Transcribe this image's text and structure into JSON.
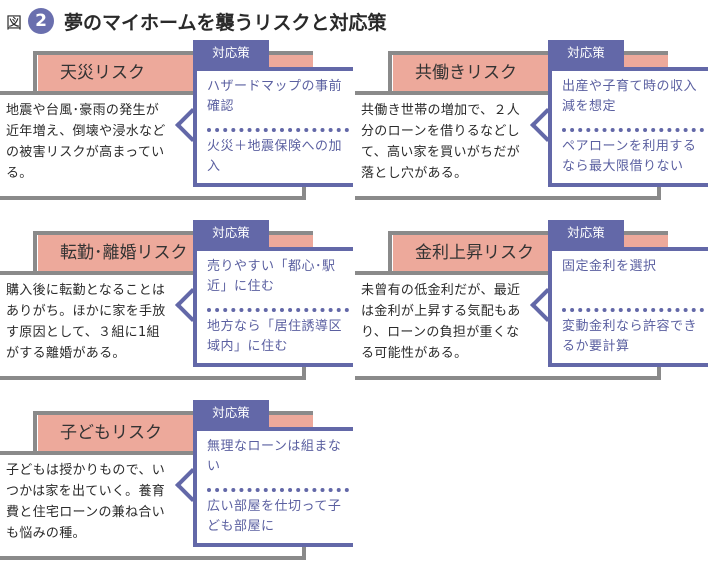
{
  "title": {
    "prefix": "図",
    "number": "2",
    "text": "夢のマイホームを襲うリスクと対応策"
  },
  "tab_label": "対応策",
  "panels": [
    {
      "name": "天災リスク",
      "desc": "地震や台風･豪雨の発生が近年増え、倒壊や浸水などの被害リスクが高まっている。",
      "measures": [
        "ハザードマップの事前確認",
        "火災＋地震保険への加入"
      ]
    },
    {
      "name": "共働きリスク",
      "desc": "共働き世帯の増加で、２人分のローンを借りるなどして、高い家を買いがちだが落とし穴がある。",
      "measures": [
        "出産や子育て時の収入減を想定",
        "ペアローンを利用するなら最大限借りない"
      ]
    },
    {
      "name": "転勤･離婚リスク",
      "desc": "購入後に転勤となることはありがち。ほかに家を手放す原因として、３組に1組がする離婚がある。",
      "measures": [
        "売りやすい「都心･駅近」に住む",
        "地方なら「居住誘導区域内」に住む"
      ]
    },
    {
      "name": "金利上昇リスク",
      "desc": "未曾有の低金利だが、最近は金利が上昇する気配もあり、ローンの負担が重くなる可能性がある。",
      "measures": [
        "固定金利を選択",
        "変動金利なら許容できるか要計算"
      ]
    },
    {
      "name": "子どもリスク",
      "desc": "子どもは授かりもので、いつかは家を出ていく。養育費と住宅ローンの兼ね合いも悩みの種。",
      "measures": [
        "無理なローンは組まない",
        "広い部屋を仕切って子ども部屋に"
      ]
    }
  ],
  "colors": {
    "accent": "#6368a8",
    "pink": "#eda99b",
    "gray": "#8a8a8a"
  }
}
